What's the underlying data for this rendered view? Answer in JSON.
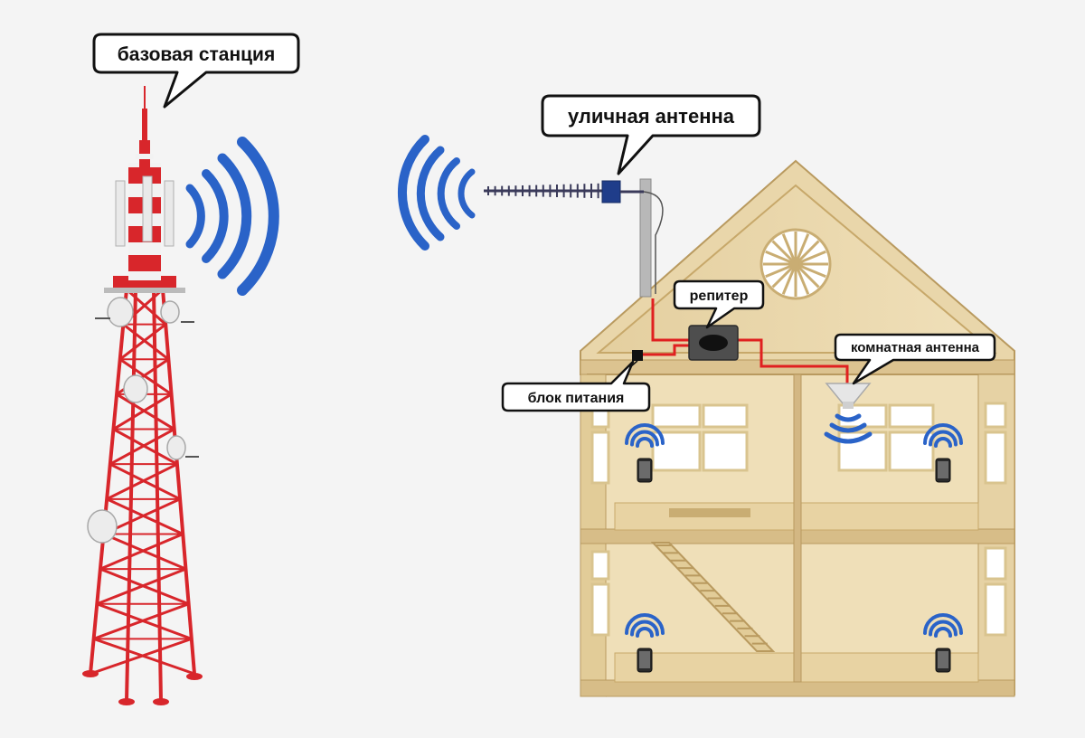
{
  "labels": {
    "base_station": "базовая станция",
    "outdoor_antenna": "уличная антенна",
    "repeater": "репитер",
    "indoor_antenna": "комнатная антенна",
    "power_supply": "блок питания"
  },
  "colors": {
    "signal_blue": "#2a63c8",
    "tower_red": "#d8262b",
    "tower_white": "#f2f2f2",
    "cable_red": "#e02020",
    "plywood": "#ead8ad",
    "plywood_dark": "#c9ad73",
    "plywood_edge": "#b99a5f",
    "callout_border": "#111111",
    "callout_fill": "#ffffff"
  },
  "icons": {
    "signal": "wifi-waves-icon",
    "phone": "smartphone-icon",
    "tower": "cell-tower-icon",
    "antenna": "yagi-antenna-icon",
    "repeater": "repeater-box-icon"
  }
}
